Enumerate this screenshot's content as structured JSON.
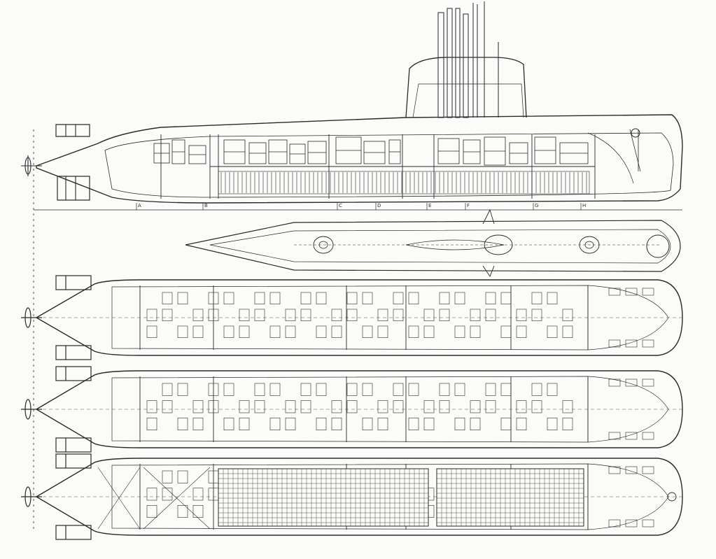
{
  "drawing": {
    "paper_color": "#fbfbf9",
    "ink_color": "#2a2a2a",
    "views": [
      {
        "id": "profile",
        "kind": "longitudinal-section"
      },
      {
        "id": "deck-plan",
        "kind": "upper-deck-plan"
      },
      {
        "id": "plan-1",
        "kind": "deck-plan"
      },
      {
        "id": "plan-2",
        "kind": "deck-plan"
      },
      {
        "id": "plan-3",
        "kind": "hold-plan"
      }
    ],
    "frame_labels": [
      "A",
      "B",
      "C",
      "D",
      "E",
      "F",
      "G",
      "H"
    ]
  }
}
